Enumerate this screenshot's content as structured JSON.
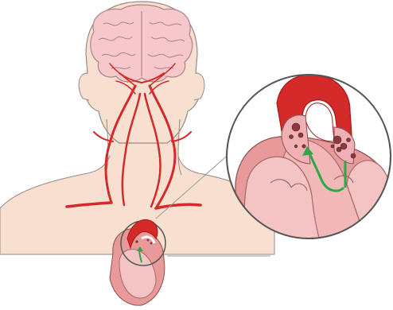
{
  "diagram": {
    "subject": "head-neck-arteries-with-heart-magnification",
    "colors": {
      "skin": "#f7e0d0",
      "skin_outline": "#9a8a84",
      "brain": "#f5c8cc",
      "brain_outline": "#b08088",
      "artery": "#d42a2a",
      "artery_dark": "#a81818",
      "heart_wall": "#e89a9a",
      "heart_inner": "#f2b8b8",
      "ventricle": "#f4c4c4",
      "clot": "#8a3a40",
      "arrow": "#2aa84a",
      "magnifier_ring": "#555555",
      "zoom_lines": "#999999"
    },
    "elements": [
      "head-silhouette",
      "brain",
      "carotid-arteries",
      "aortic-arch",
      "heart",
      "emboli",
      "flow-arrow",
      "magnifier-circle"
    ]
  }
}
